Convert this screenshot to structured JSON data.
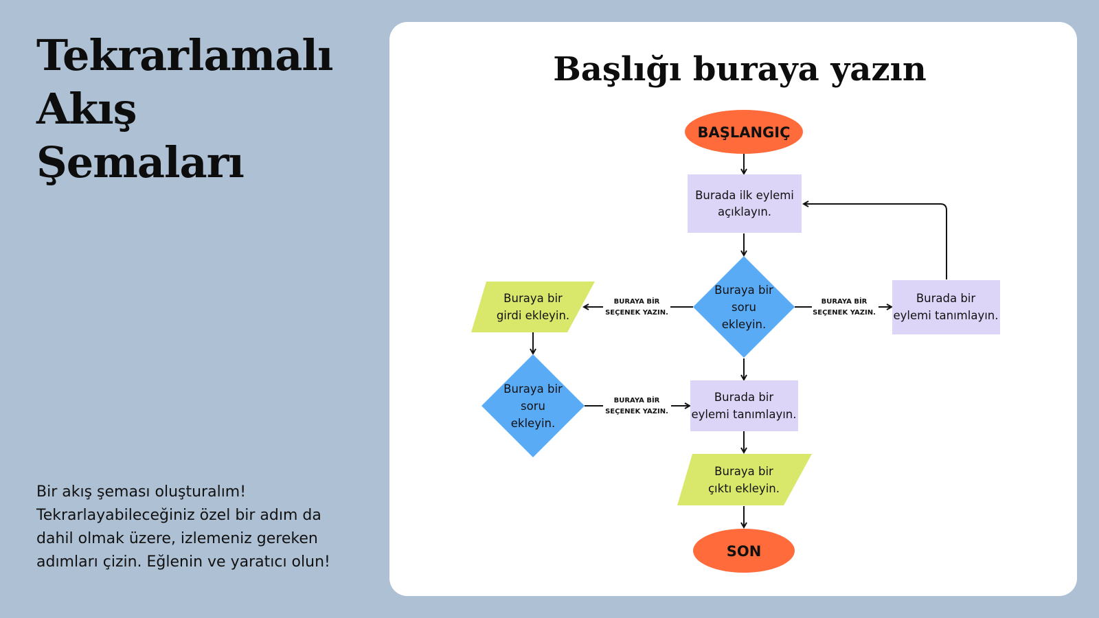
{
  "sidebar": {
    "title_lines": [
      "Tekrarlamalı",
      "Akış",
      "Şemaları"
    ],
    "description_lines": [
      "Bir akış şeması oluşturalım!",
      "Tekrarlayabileceğiniz özel bir adım da",
      "dahil olmak üzere, izlemeniz gereken",
      "adımları çizin. Eğlenin ve yaratıcı olun!"
    ]
  },
  "diagram": {
    "title": "Başlığı buraya yazın",
    "colors": {
      "background": "#aec0d4",
      "card": "#ffffff",
      "terminal": "#ff6b3a",
      "process": "#ddd5f7",
      "decision": "#5aabf6",
      "io": "#d9e86b"
    },
    "nodes": {
      "start": {
        "label": "BAŞLANGIÇ"
      },
      "action1": {
        "lines": [
          "Burada ilk eylemi",
          "açıklayın."
        ]
      },
      "decision1": {
        "lines": [
          "Buraya bir",
          "soru",
          "ekleyin."
        ]
      },
      "input1": {
        "lines": [
          "Buraya bir",
          "girdi ekleyin."
        ]
      },
      "action_right": {
        "lines": [
          "Burada bir",
          "eylemi tanımlayın."
        ]
      },
      "decision2": {
        "lines": [
          "Buraya bir",
          "soru",
          "ekleyin."
        ]
      },
      "action2": {
        "lines": [
          "Burada bir",
          "eylemi tanımlayın."
        ]
      },
      "output1": {
        "lines": [
          "Buraya bir",
          "çıktı ekleyin."
        ]
      },
      "end": {
        "label": "SON"
      }
    },
    "edge_labels": {
      "to_input": [
        "BURAYA BİR",
        "SEÇENEK YAZIN."
      ],
      "to_right": [
        "BURAYA BİR",
        "SEÇENEK YAZIN."
      ],
      "to_action2": [
        "BURAYA BİR",
        "SEÇENEK YAZIN."
      ]
    }
  }
}
